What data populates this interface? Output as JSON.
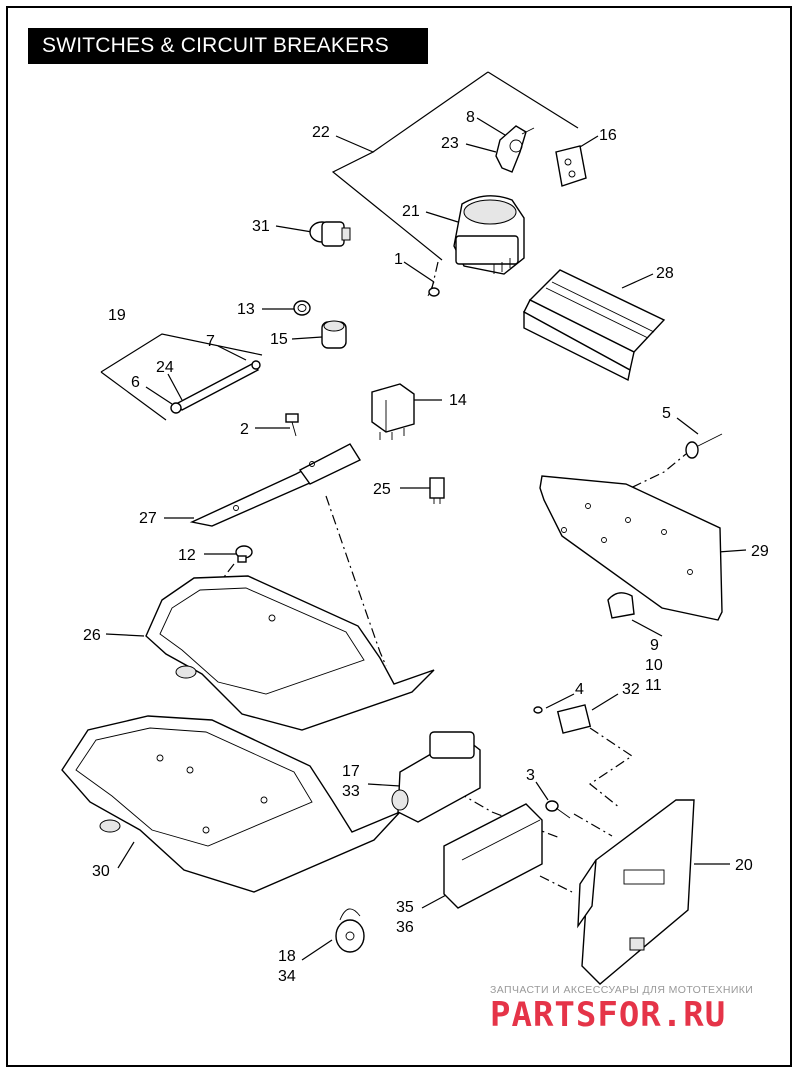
{
  "title": "SWITCHES & CIRCUIT BREAKERS",
  "watermark": {
    "tagline": "ЗАПЧАСТИ И АКСЕССУАРЫ ДЛЯ МОТОТЕХНИКИ",
    "logo": "PARTSFOR.RU",
    "color": "#e53448"
  },
  "callouts": [
    {
      "id": "c22",
      "text": "22"
    },
    {
      "id": "c8",
      "text": "8"
    },
    {
      "id": "c23",
      "text": "23"
    },
    {
      "id": "c16",
      "text": "16"
    },
    {
      "id": "c21",
      "text": "21"
    },
    {
      "id": "c31",
      "text": "31"
    },
    {
      "id": "c1",
      "text": "1"
    },
    {
      "id": "c28",
      "text": "28"
    },
    {
      "id": "c13",
      "text": "13"
    },
    {
      "id": "c15",
      "text": "15"
    },
    {
      "id": "c19",
      "text": "19"
    },
    {
      "id": "c7",
      "text": "7"
    },
    {
      "id": "c24",
      "text": "24"
    },
    {
      "id": "c6",
      "text": "6"
    },
    {
      "id": "c14",
      "text": "14"
    },
    {
      "id": "c2",
      "text": "2"
    },
    {
      "id": "c5",
      "text": "5"
    },
    {
      "id": "c25",
      "text": "25"
    },
    {
      "id": "c27",
      "text": "27"
    },
    {
      "id": "c29",
      "text": "29"
    },
    {
      "id": "c12",
      "text": "12"
    },
    {
      "id": "c26",
      "text": "26"
    },
    {
      "id": "c9",
      "text": "9"
    },
    {
      "id": "c10",
      "text": "10"
    },
    {
      "id": "c11",
      "text": "11"
    },
    {
      "id": "c4",
      "text": "4"
    },
    {
      "id": "c32",
      "text": "32"
    },
    {
      "id": "c17",
      "text": "17"
    },
    {
      "id": "c33",
      "text": "33"
    },
    {
      "id": "c3",
      "text": "3"
    },
    {
      "id": "c30",
      "text": "30"
    },
    {
      "id": "c20",
      "text": "20"
    },
    {
      "id": "c35",
      "text": "35"
    },
    {
      "id": "c36",
      "text": "36"
    },
    {
      "id": "c18",
      "text": "18"
    },
    {
      "id": "c34",
      "text": "34"
    }
  ]
}
